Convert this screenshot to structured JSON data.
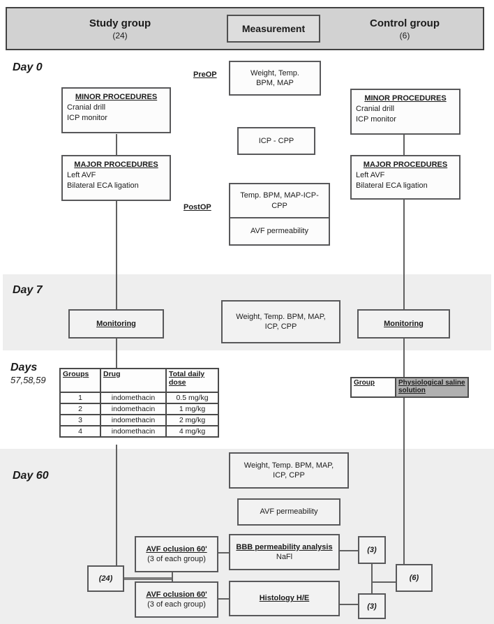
{
  "header": {
    "study_group_title": "Study group",
    "study_group_count": "(24)",
    "measurement_label": "Measurement",
    "control_group_title": "Control group",
    "control_group_count": "(6)"
  },
  "timeline_labels": {
    "day0": "Day 0",
    "day7": "Day 7",
    "days_mid_line1": "Days",
    "days_mid_line2": "57,58,59",
    "day60": "Day 60"
  },
  "study_column": {
    "minor_title": "MINOR PROCEDURES",
    "minor_item1": "Cranial drill",
    "minor_item2": "ICP monitor",
    "major_title": "MAJOR PROCEDURES",
    "major_item1": "Left AVF",
    "major_item2": "Bilateral ECA ligation",
    "monitoring_label": "Monitoring",
    "count_label": "(24)"
  },
  "control_column": {
    "minor_title": "MINOR PROCEDURES",
    "minor_item1": "Cranial drill",
    "minor_item2": "ICP monitor",
    "major_title": "MAJOR PROCEDURES",
    "major_item1": "Left AVF",
    "major_item2": "Bilateral ECA ligation",
    "monitoring_label": "Monitoring",
    "count_label": "(6)"
  },
  "measurements": {
    "preop_label": "PreOP",
    "preop_line1": "Weight, Temp.",
    "preop_line2": "BPM, MAP",
    "icp_cpp": "ICP - CPP",
    "postop_label": "PostOP",
    "postop_line1": "Temp. BPM, MAP-ICP-",
    "postop_line2": "CPP",
    "avf_permeability": "AVF permeability",
    "day7_line1": "Weight, Temp. BPM, MAP,",
    "day7_line2": "ICP, CPP",
    "day60_line1": "Weight, Temp. BPM, MAP,",
    "day60_line2": "ICP, CPP",
    "day60_avf_permeability": "AVF permeability"
  },
  "dose_table": {
    "headers": [
      "Groups",
      "Drug",
      "Total daily dose"
    ],
    "rows": [
      [
        "1",
        "indomethacin",
        "0.5 mg/kg"
      ],
      [
        "2",
        "indomethacin",
        "1 mg/kg"
      ],
      [
        "3",
        "indomethacin",
        "2 mg/kg"
      ],
      [
        "4",
        "indomethacin",
        "4 mg/kg"
      ]
    ]
  },
  "saline_table": {
    "col1": "Group",
    "col2": "Physiological saline solution"
  },
  "endpoint_boxes": {
    "avf_occlusion1_title": "AVF oclusion 60'",
    "avf_occlusion1_sub": "(3 of each group)",
    "bbb_title": "BBB permeability analysis",
    "bbb_sub": "NaFl",
    "avf_occlusion2_title": "AVF oclusion 60'",
    "avf_occlusion2_sub": "(3 of each group)",
    "histology_label": "Histology H/E",
    "count_top": "(3)",
    "count_bottom": "(3)",
    "count_control": "(6)"
  },
  "colors": {
    "header_band": "#d2d2d2",
    "phase_band": "#eeeeee",
    "box_border": "#58585a",
    "table_header_drug": "#cccccc",
    "table_header_dose": "#a8a8a8",
    "table_group_cell": "#e4e4e4",
    "saline_cell": "#b0b0b0",
    "connector_line": "#606060"
  }
}
